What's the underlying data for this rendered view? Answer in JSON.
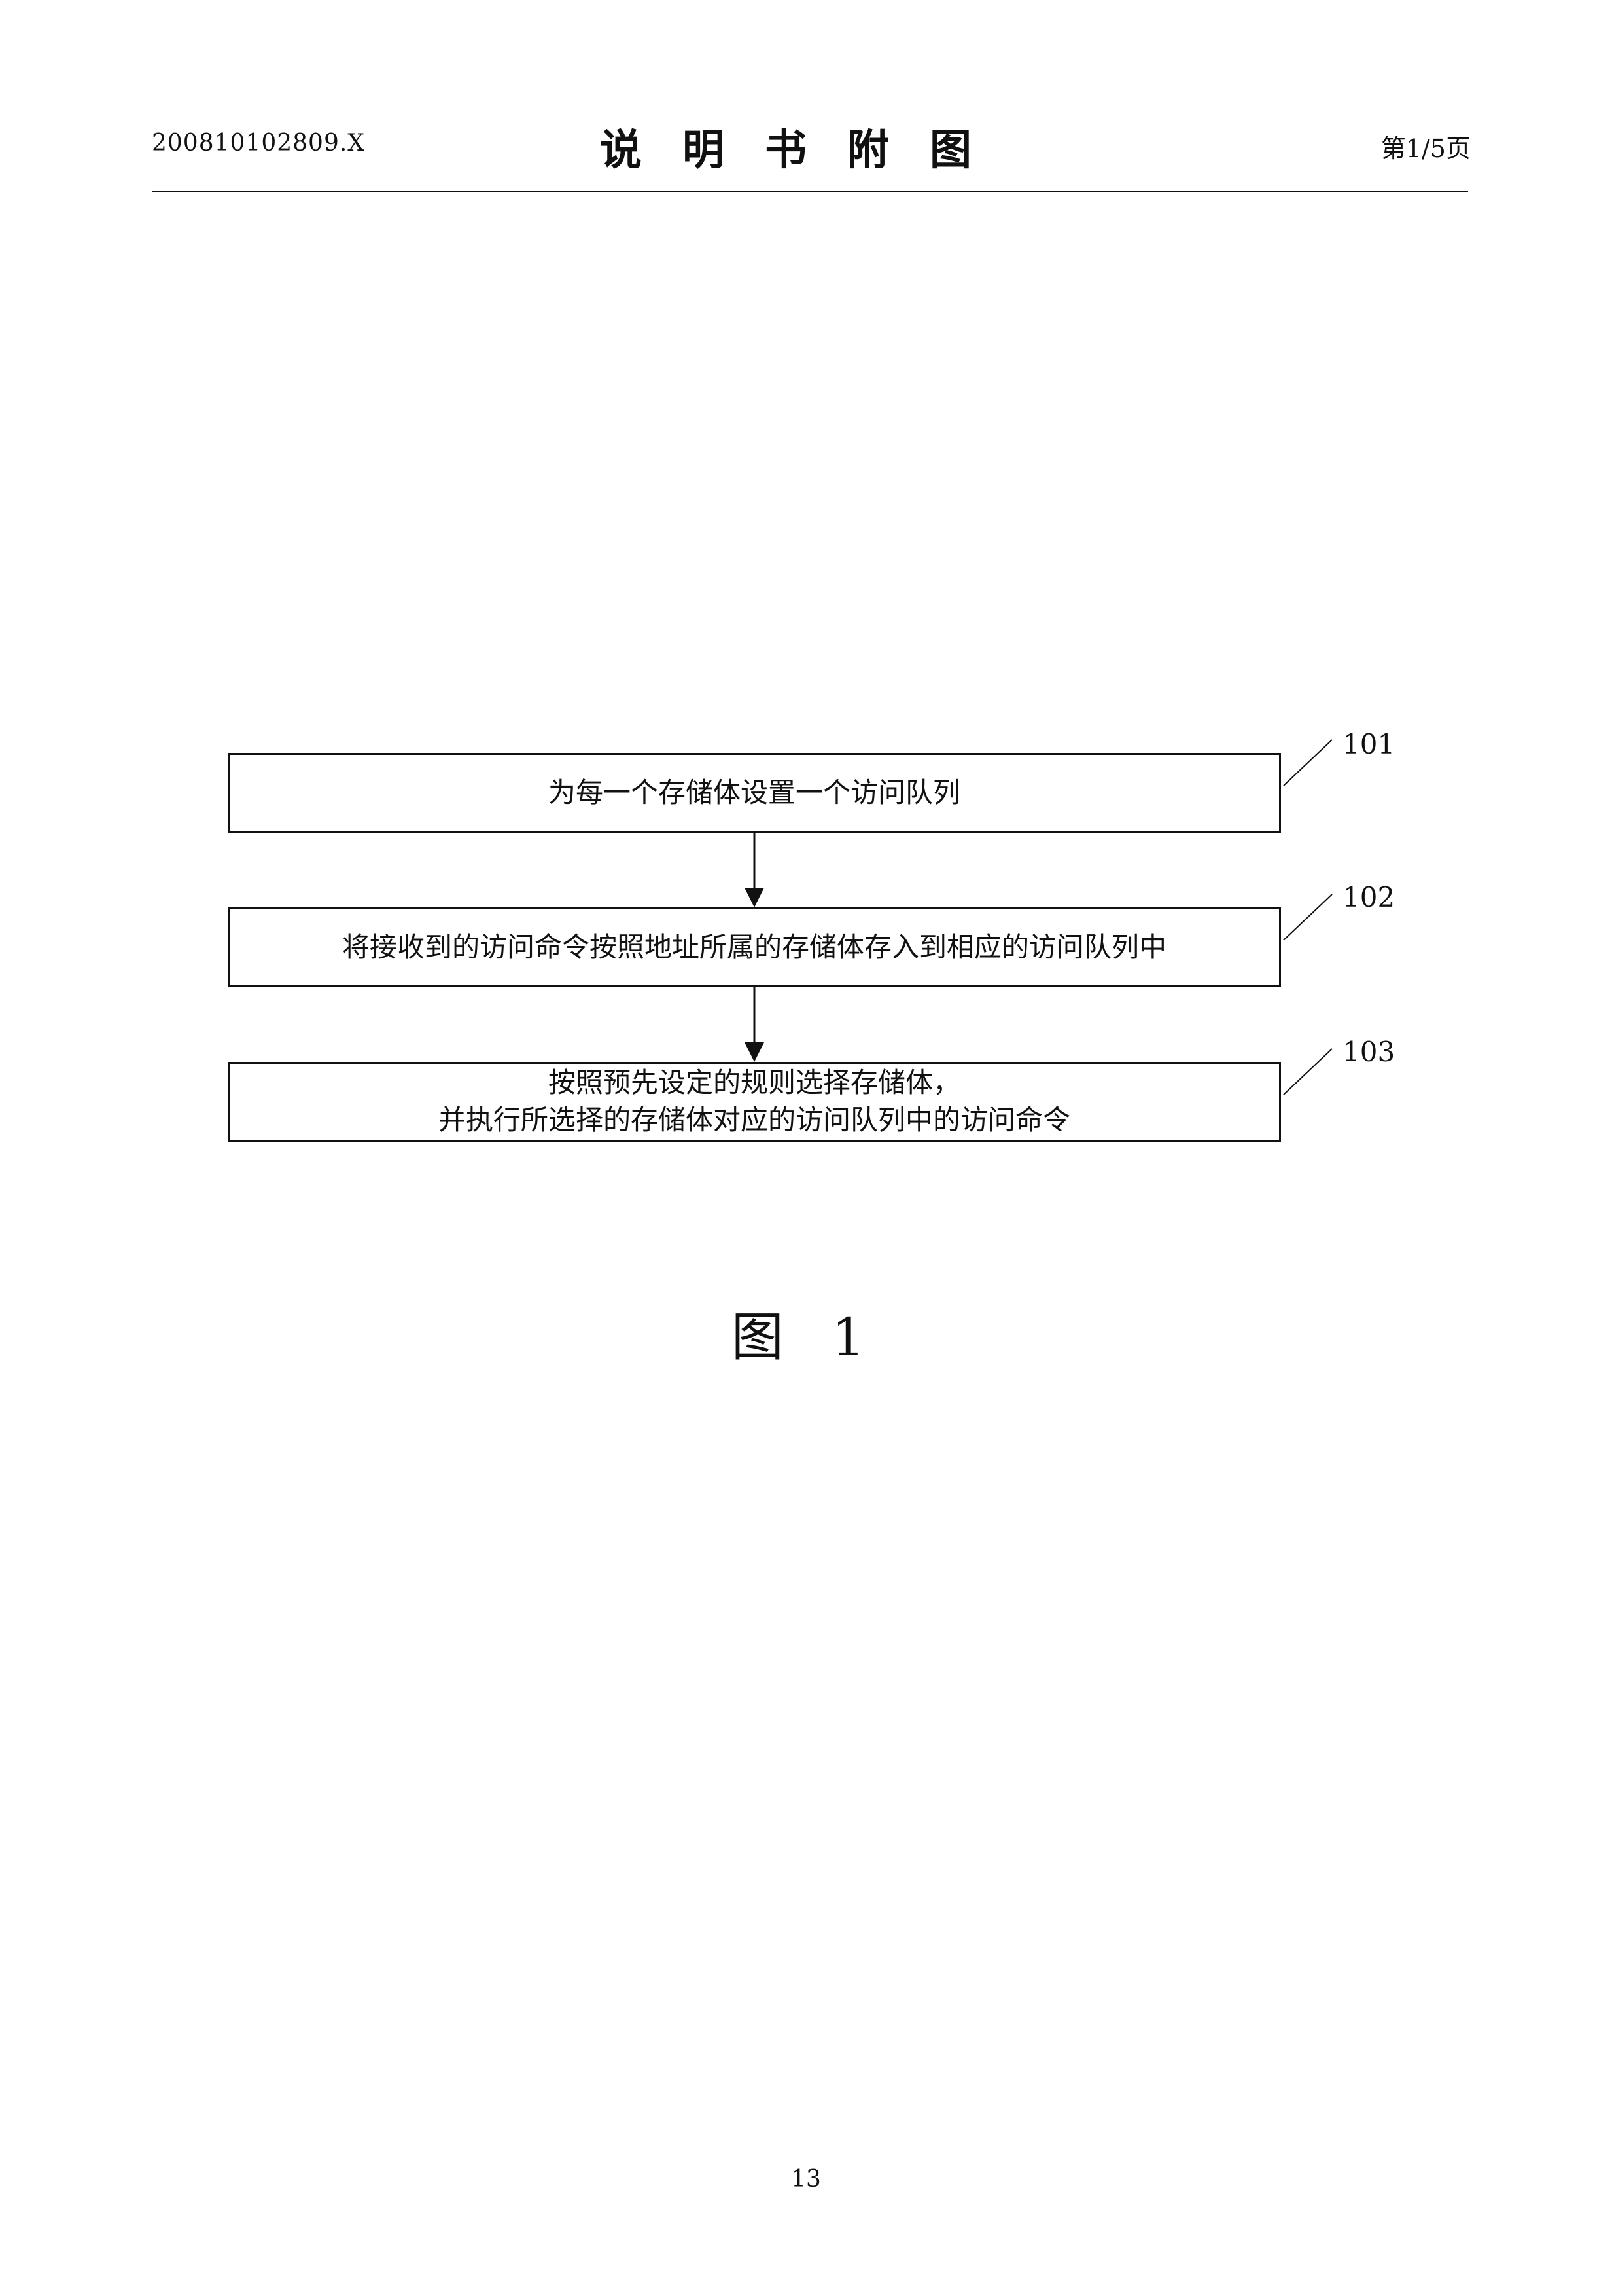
{
  "header": {
    "application_number": "200810102809.X",
    "title": "说明书附图",
    "page_indicator": "第1/5页"
  },
  "flowchart": {
    "steps": [
      {
        "ref": "101",
        "lines": [
          "为每一个存储体设置一个访问队列"
        ]
      },
      {
        "ref": "102",
        "lines": [
          "将接收到的访问命令按照地址所属的存储体存入到相应的访问队列中"
        ]
      },
      {
        "ref": "103",
        "lines": [
          "按照预先设定的规则选择存储体，",
          "并执行所选择的存储体对应的访问队列中的访问命令"
        ]
      }
    ]
  },
  "figure_caption": "图 1",
  "footer": {
    "page_number": "13"
  }
}
